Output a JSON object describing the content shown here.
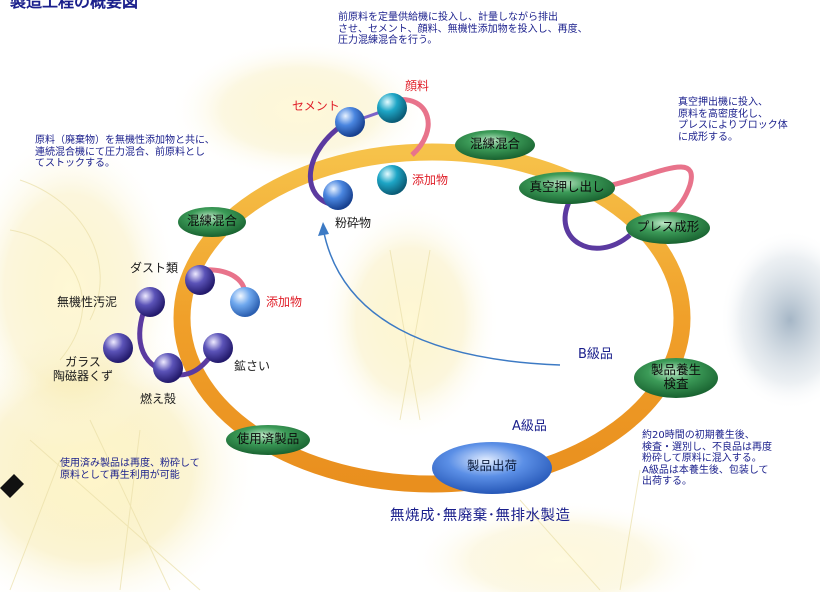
{
  "title": "製造工程の概要図",
  "notes": {
    "top": [
      "前原料を定量供給機に投入し、計量しながら排出",
      "させ、セメント、顔料、無機性添加物を投入し、再度、",
      "圧力混練混合を行う。"
    ],
    "top_right": [
      "真空押出機に投入、",
      "原料を高密度化し、",
      "プレスによりブロック体",
      "に成形する。"
    ],
    "left": [
      "原料（廃棄物）を無機性添加物と共に、",
      "連続混合機にて圧力混合、前原料とし",
      "てストックする。"
    ],
    "bottom_left": [
      "使用済み製品は再度、粉砕して",
      "原料として再生利用が可能"
    ],
    "bottom_right": [
      "約20時間の初期養生後、",
      "検査・選別し、不良品は再度",
      "粉砕して原料に混入する。",
      "A級品は本養生後、包装して",
      "出荷する。"
    ]
  },
  "stages": {
    "mix_top": "混練混合",
    "vacuum": "真空押し出し",
    "press": "プレス成形",
    "curing": [
      "製品養生",
      "検査"
    ],
    "shipping": "製品出荷",
    "used": "使用済製品",
    "mix_left": "混練混合"
  },
  "materials_top": {
    "cement": "セメント",
    "pigment": "顔料",
    "additive": "添加物",
    "crushed": "粉砕物"
  },
  "materials_left": {
    "dust": "ダスト類",
    "inorganic_sludge": "無機性汚泥",
    "glass": [
      "ガラス",
      "陶磁器くず"
    ],
    "ash": "燃え殻",
    "slag": "鉱さい",
    "additive": "添加物"
  },
  "grades": {
    "a": "A級品",
    "b": "B級品"
  },
  "footer": "無焼成･無廃棄･無排水製造",
  "colors": {
    "ring": "#f0a830",
    "pill": "#1e7a3e",
    "ball": "#3a6fd8",
    "text_blue": "#1a1f8c",
    "red": "#e0202a"
  }
}
